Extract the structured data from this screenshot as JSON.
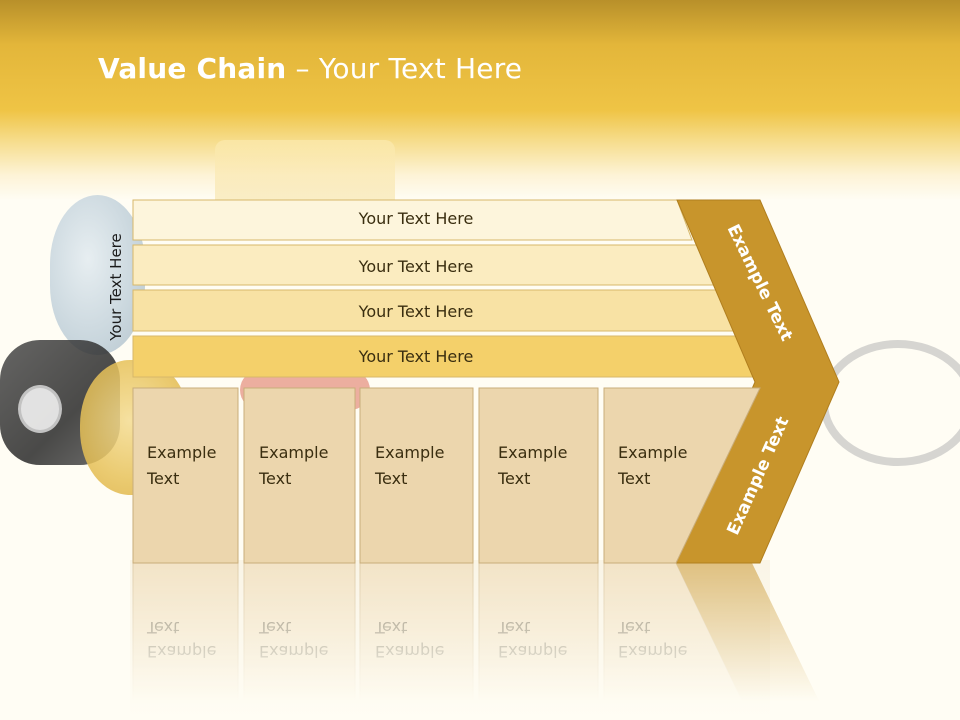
{
  "slide": {
    "title_bold": "Value Chain",
    "title_rest": " – Your Text Here",
    "vertical_label": "Your Text Here"
  },
  "bars": [
    {
      "label": "Your Text Here"
    },
    {
      "label": "Your Text Here"
    },
    {
      "label": "Your Text Here"
    },
    {
      "label": "Your Text Here"
    }
  ],
  "boxes": [
    {
      "line1": "Example",
      "line2": "Text"
    },
    {
      "line1": "Example",
      "line2": "Text"
    },
    {
      "line1": "Example",
      "line2": "Text"
    },
    {
      "line1": "Example",
      "line2": "Text"
    },
    {
      "line1": "Example",
      "line2": "Text"
    }
  ],
  "chevron": {
    "upper_label": "Example Text",
    "lower_label": "Example Text"
  },
  "colors": {
    "header": "#efc445",
    "bar_fills": [
      "#fdf5dc",
      "#fbecc0",
      "#f8e2a4",
      "#f4d06a"
    ],
    "box_fill": "#ecd6ad",
    "chevron_fill": "#c8952c"
  }
}
